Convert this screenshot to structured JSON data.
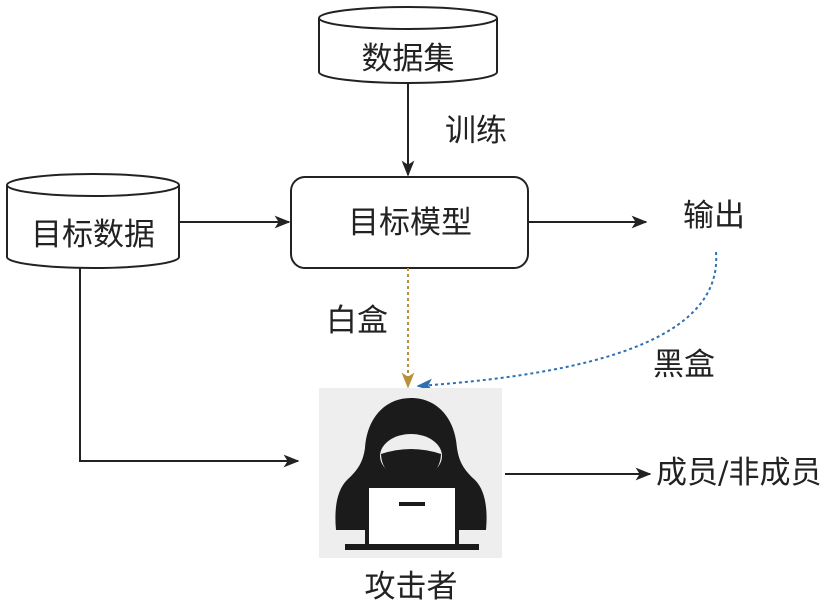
{
  "nodes": {
    "dataset": "数据集",
    "target_data": "目标数据",
    "target_model": "目标模型",
    "output": "输出",
    "attacker": "攻击者",
    "result": "成员/非成员"
  },
  "edges": {
    "train": "训练",
    "white_box": "白盒",
    "black_box": "黑盒"
  },
  "colors": {
    "stroke": "#222222",
    "white_box_arrow": "#b8913a",
    "black_box_arrow": "#2f6fb3",
    "attacker_bg": "#eeeeee"
  },
  "icons": {
    "attacker": "hacker-hooded-laptop-icon"
  }
}
